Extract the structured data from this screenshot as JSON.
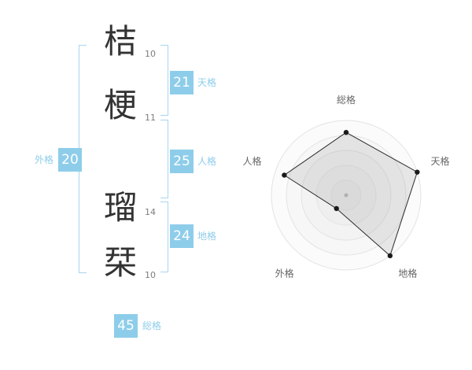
{
  "theme": {
    "accent": "#8ecdea",
    "bracket": "#a9d5ef",
    "kanji_color": "#333333",
    "stroke_count_color": "#7d7d7d"
  },
  "name": {
    "characters": [
      {
        "char": "桔",
        "strokes": "10"
      },
      {
        "char": "梗",
        "strokes": "11"
      },
      {
        "char": "瑠",
        "strokes": "14"
      },
      {
        "char": "栞",
        "strokes": "10"
      }
    ],
    "categories": {
      "tenkaku": {
        "label": "天格",
        "value": "21"
      },
      "jinkaku": {
        "label": "人格",
        "value": "25"
      },
      "chikaku": {
        "label": "地格",
        "value": "24"
      },
      "gaikaku": {
        "label": "外格",
        "value": "20"
      },
      "soukaku": {
        "label": "総格",
        "value": "45"
      }
    }
  },
  "chart_data": {
    "type": "radar",
    "title": "",
    "axes": [
      "総格",
      "天格",
      "地格",
      "外格",
      "人格"
    ],
    "axis_source_values": [
      45,
      21,
      24,
      20,
      25
    ],
    "plot_fractions": [
      0.84,
      1.0,
      1.0,
      0.22,
      0.87
    ],
    "rings": 5,
    "start_angle_deg": -90,
    "direction": "clockwise",
    "legend": "none",
    "colors": {
      "ring_stroke": "#e3e3e3",
      "ring_fill": "rgba(0,0,0,0.016)",
      "shape_fill": "rgba(150,150,150,0.20)",
      "shape_stroke": "#2a2a2a",
      "point_fill": "#1a1a1a",
      "center_dot": "#b0b0b0",
      "label_color": "#666666"
    }
  }
}
